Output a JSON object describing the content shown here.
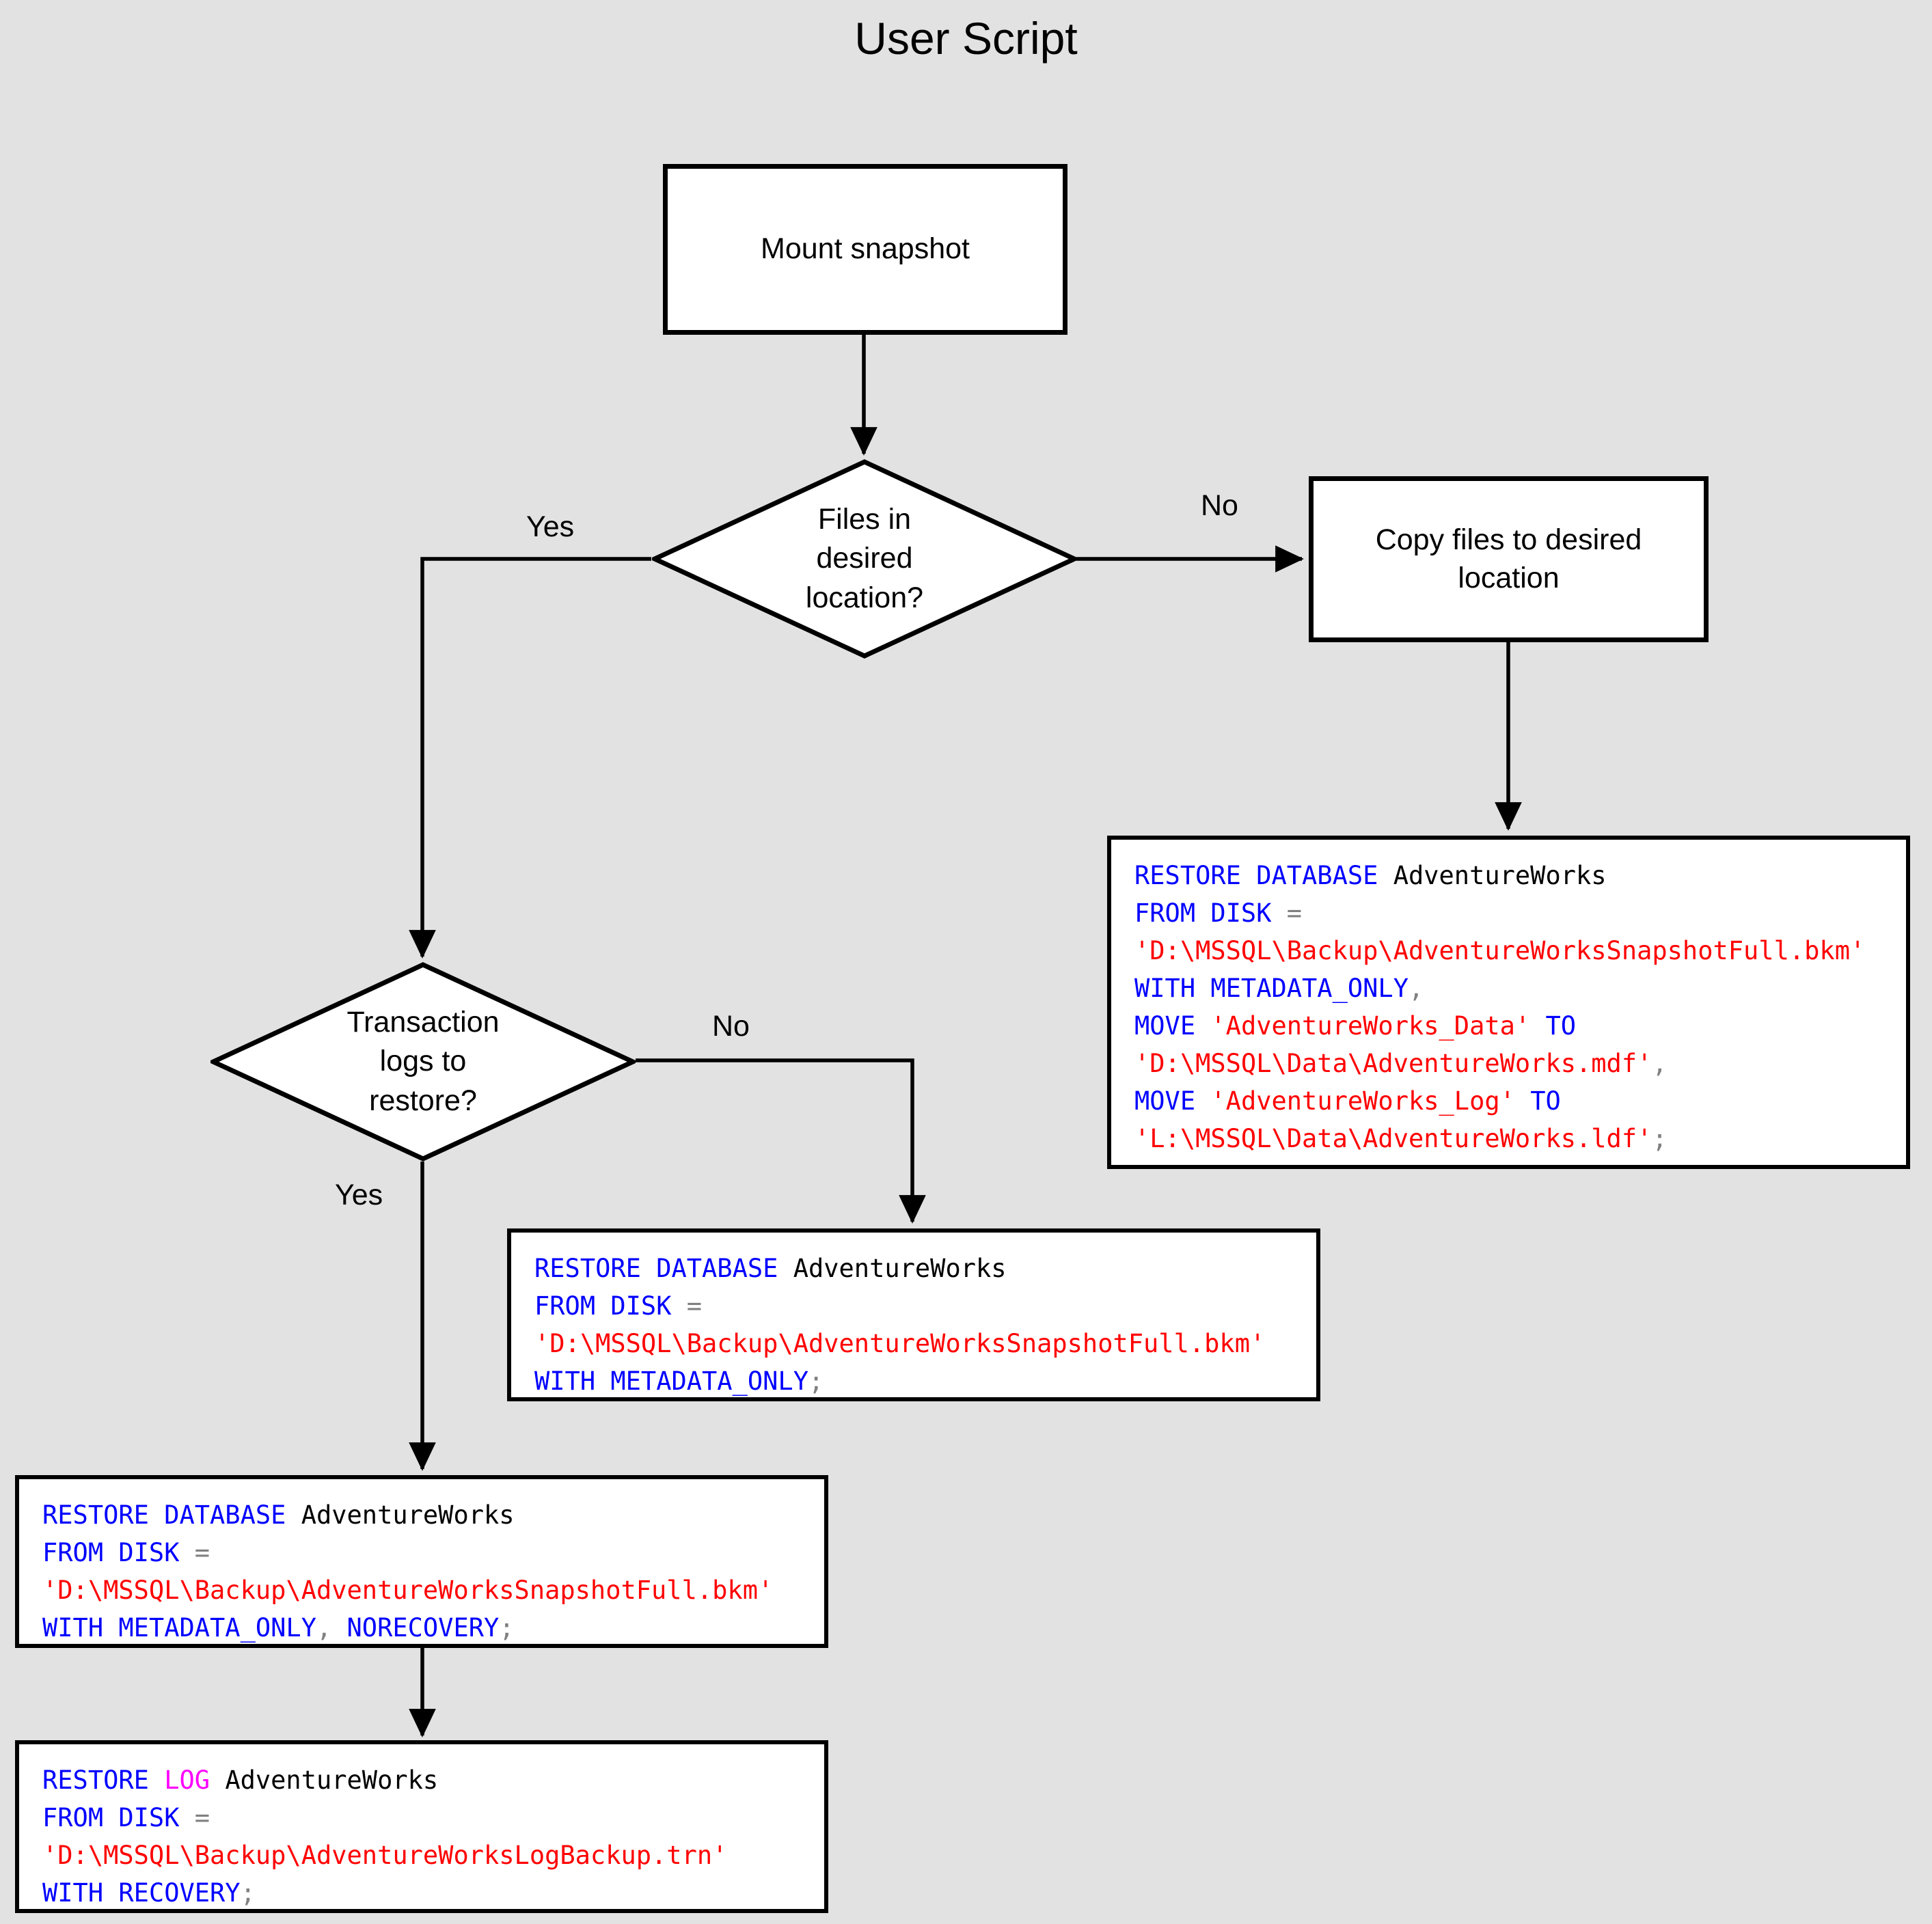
{
  "page": {
    "title": "User Script",
    "background_color": "#e2e2e2"
  },
  "colors": {
    "keyword": "#0000ff",
    "keyword_log": "#ff00ff",
    "string": "#ff0000",
    "identifier": "#000000",
    "operator": "#808080",
    "shape_fill": "#ffffff",
    "shape_border": "#000000"
  },
  "nodes": {
    "mount_snapshot": {
      "label": "Mount snapshot"
    },
    "files_in_desired_location": {
      "label": "Files in\ndesired\nlocation?"
    },
    "copy_files": {
      "label": "Copy files to desired location"
    },
    "transaction_logs": {
      "label": "Transaction\nlogs to\nrestore?"
    }
  },
  "edges": {
    "files_yes": "Yes",
    "files_no": "No",
    "logs_no": "No",
    "logs_yes": "Yes"
  },
  "code_blocks": {
    "restore_with_move": {
      "lines": [
        [
          [
            "k",
            "RESTORE DATABASE "
          ],
          [
            "id",
            "AdventureWorks"
          ]
        ],
        [
          [
            "k",
            "FROM DISK "
          ],
          [
            "op",
            "="
          ]
        ],
        [
          [
            "s",
            "'D:\\MSSQL\\Backup\\AdventureWorksSnapshotFull.bkm'"
          ]
        ],
        [
          [
            "k",
            "WITH METADATA_ONLY"
          ],
          [
            "op",
            ","
          ]
        ],
        [
          [
            "k",
            "MOVE "
          ],
          [
            "s",
            "'AdventureWorks_Data'"
          ],
          [
            "k",
            " TO"
          ]
        ],
        [
          [
            "s",
            "'D:\\MSSQL\\Data\\AdventureWorks.mdf'"
          ],
          [
            "op",
            ","
          ]
        ],
        [
          [
            "k",
            "MOVE "
          ],
          [
            "s",
            "'AdventureWorks_Log'"
          ],
          [
            "k",
            " TO"
          ]
        ],
        [
          [
            "s",
            "'L:\\MSSQL\\Data\\AdventureWorks.ldf'"
          ],
          [
            "op",
            ";"
          ]
        ]
      ]
    },
    "restore_metadata_only": {
      "lines": [
        [
          [
            "k",
            "RESTORE DATABASE "
          ],
          [
            "id",
            "AdventureWorks"
          ]
        ],
        [
          [
            "k",
            "FROM DISK "
          ],
          [
            "op",
            "="
          ]
        ],
        [
          [
            "s",
            "'D:\\MSSQL\\Backup\\AdventureWorksSnapshotFull.bkm'"
          ]
        ],
        [
          [
            "k",
            "WITH METADATA_ONLY"
          ],
          [
            "op",
            ";"
          ]
        ]
      ]
    },
    "restore_norecovery": {
      "lines": [
        [
          [
            "k",
            "RESTORE DATABASE "
          ],
          [
            "id",
            "AdventureWorks"
          ]
        ],
        [
          [
            "k",
            "FROM DISK "
          ],
          [
            "op",
            "="
          ]
        ],
        [
          [
            "s",
            "'D:\\MSSQL\\Backup\\AdventureWorksSnapshotFull.bkm'"
          ]
        ],
        [
          [
            "k",
            "WITH METADATA_ONLY"
          ],
          [
            "op",
            ", "
          ],
          [
            "k",
            "NORECOVERY"
          ],
          [
            "op",
            ";"
          ]
        ]
      ]
    },
    "restore_log": {
      "lines": [
        [
          [
            "k",
            "RESTORE "
          ],
          [
            "kl",
            "LOG "
          ],
          [
            "id",
            "AdventureWorks"
          ]
        ],
        [
          [
            "k",
            "FROM DISK "
          ],
          [
            "op",
            "="
          ]
        ],
        [
          [
            "s",
            "'D:\\MSSQL\\Backup\\AdventureWorksLogBackup.trn'"
          ]
        ],
        [
          [
            "k",
            "WITH RECOVERY"
          ],
          [
            "op",
            ";"
          ]
        ]
      ]
    }
  }
}
